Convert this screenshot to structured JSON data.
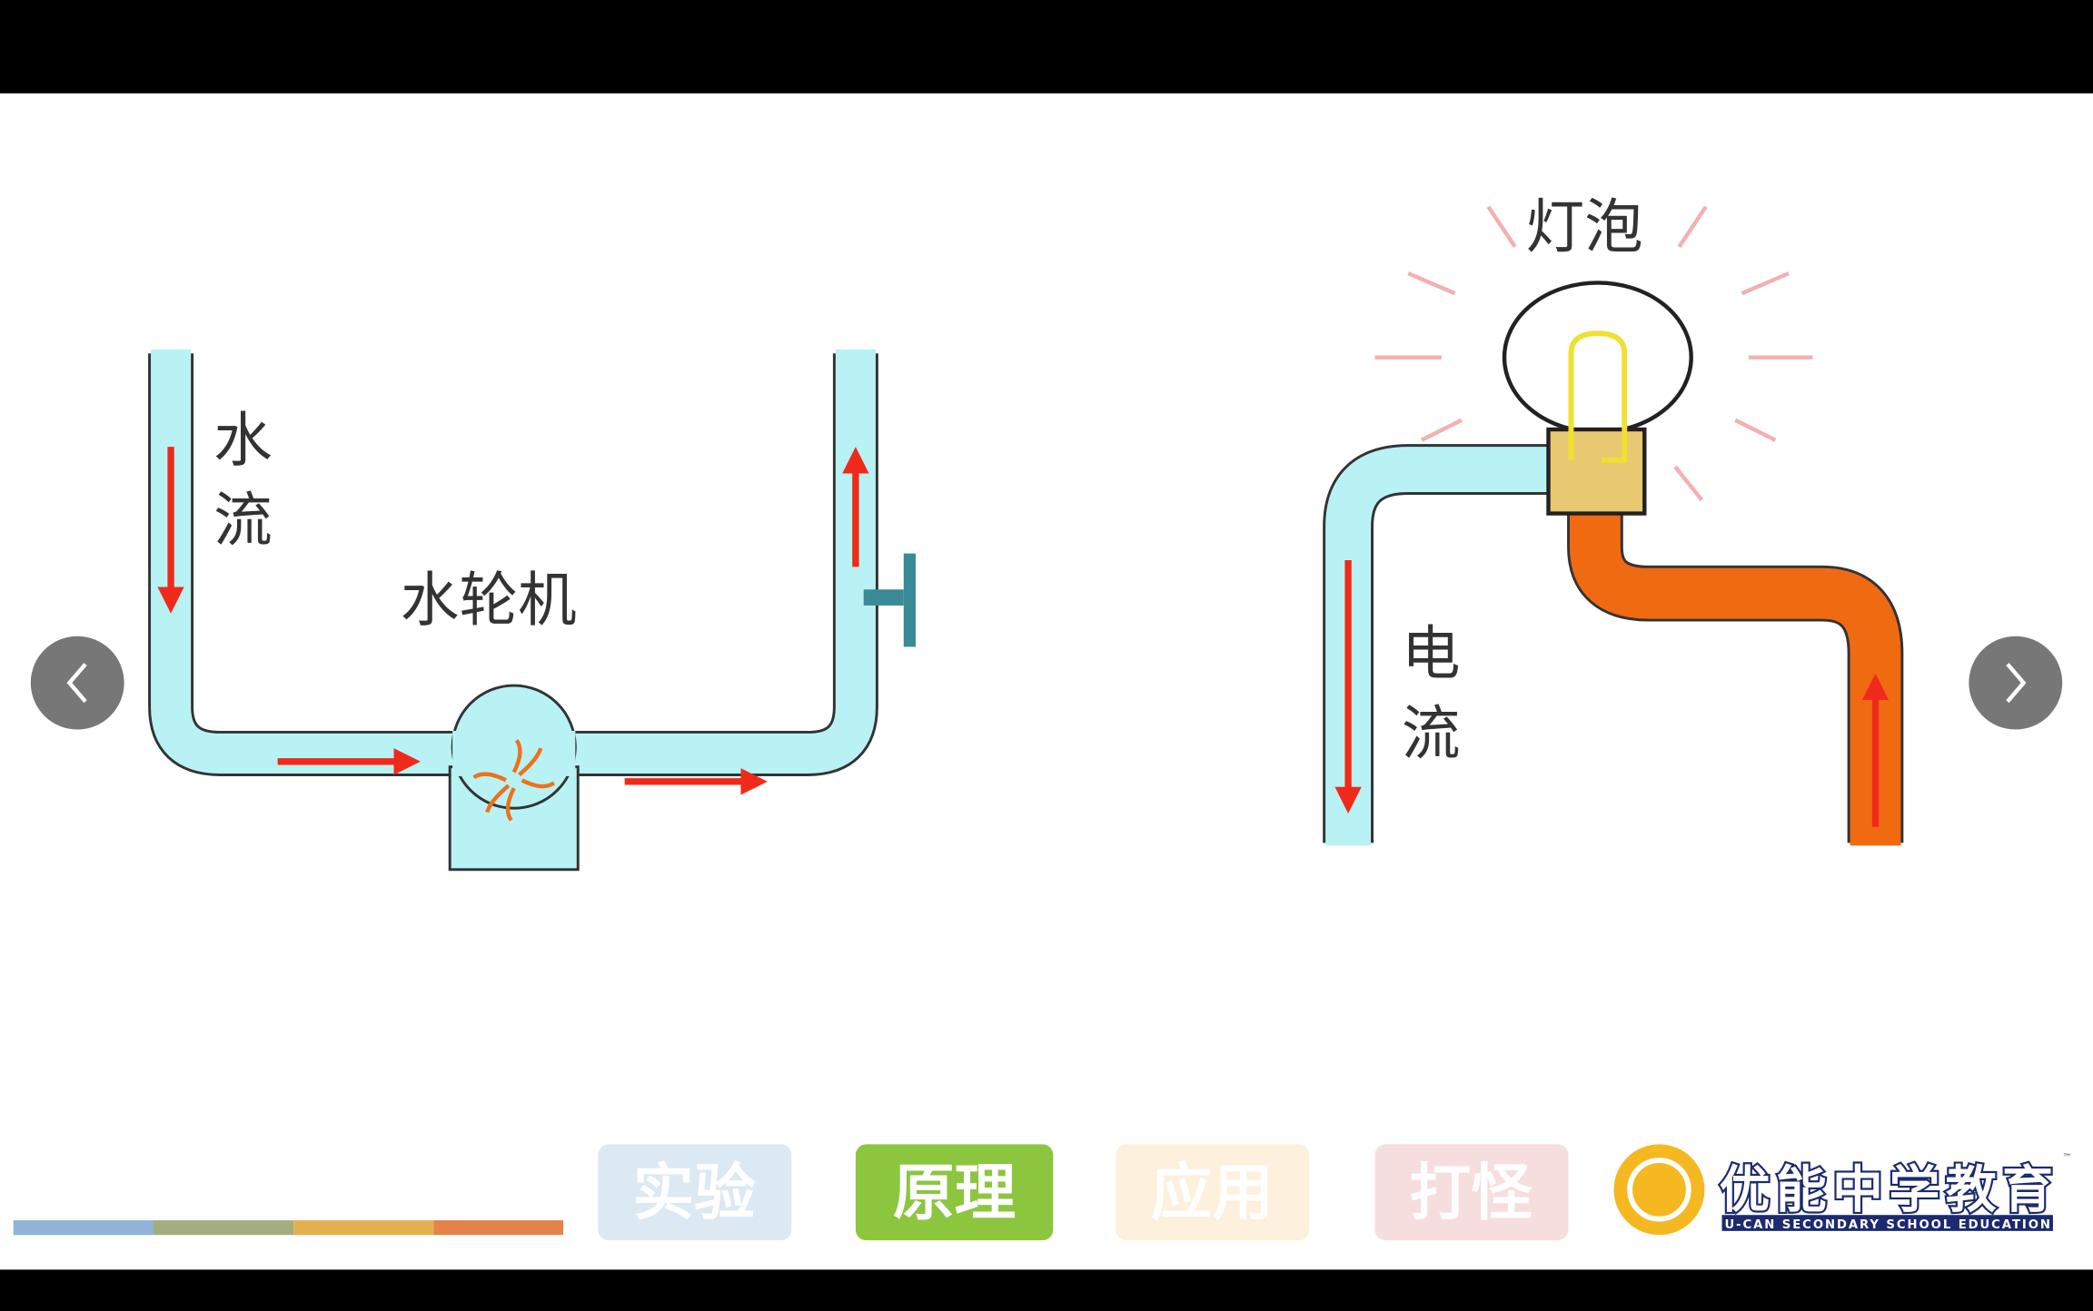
{
  "slide": {
    "left_diagram": {
      "label_water_flow_1": "水",
      "label_water_flow_2": "流",
      "label_turbine": "水轮机"
    },
    "right_diagram": {
      "label_bulb": "灯泡",
      "label_current_1": "电",
      "label_current_2": "流"
    }
  },
  "nav": {
    "prev_icon": "chevron-left-icon",
    "next_icon": "chevron-right-icon"
  },
  "tabs": [
    {
      "label": "实验",
      "color": "#dce9f2",
      "active": false
    },
    {
      "label": "原理",
      "color": "#8cc63f",
      "active": true
    },
    {
      "label": "应用",
      "color": "#fdf0dc",
      "active": false
    },
    {
      "label": "打怪",
      "color": "#f7dede",
      "active": false
    }
  ],
  "progress_colors": [
    "#8fb4d6",
    "#a3ad7e",
    "#e3b04f",
    "#e5824a"
  ],
  "logo": {
    "title": "优能中学教育",
    "subtitle": "U-CAN SECONDARY SCHOOL EDUCATION",
    "tm": "™"
  },
  "colors": {
    "water": "#b8f2f4",
    "current_out": "#f06a12",
    "arrow": "#f02a1a"
  }
}
